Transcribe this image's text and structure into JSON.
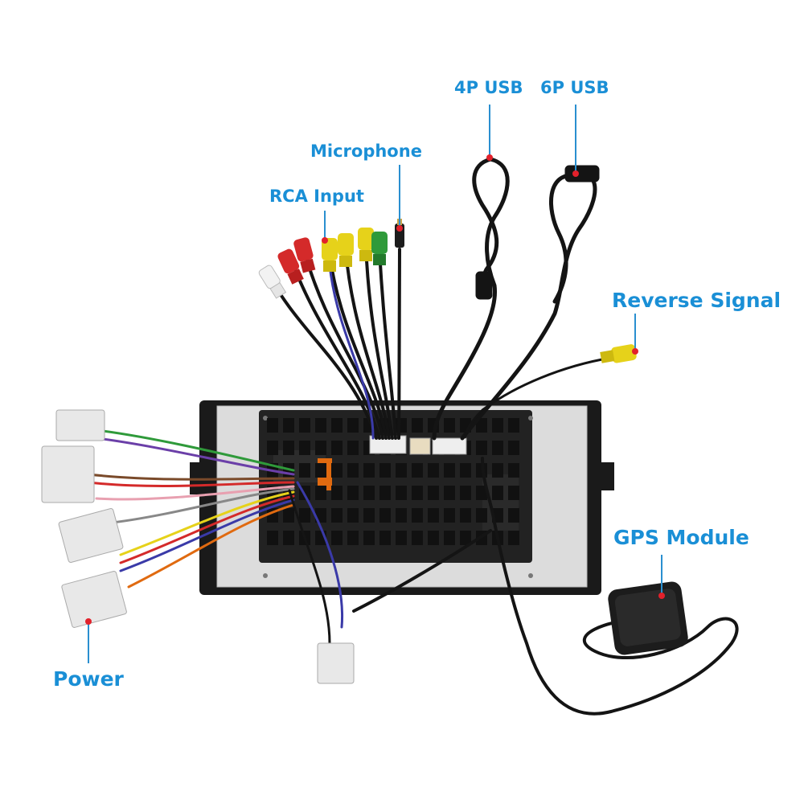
{
  "labels": {
    "usb4p": "4P USB",
    "usb6p": "6P USB",
    "microphone": "Microphone",
    "rca_input": "RCA Input",
    "reverse_signal": "Reverse Signal",
    "gps_module": "GPS Module",
    "power": "Power"
  },
  "colors": {
    "label_text": "#1a8fd6",
    "pointer_line": "#2a8fd0",
    "pointer_dot": "#e2212b",
    "cable_black": "#141414",
    "tray_black": "#1a1a1a",
    "plate_silver": "#dcdcdc",
    "connector_white": "#e8e8e8",
    "rca_red": "#d42a2a",
    "rca_yellow": "#e6d21a",
    "rca_green": "#2f9a3a",
    "rca_white": "#f2f2f2"
  }
}
